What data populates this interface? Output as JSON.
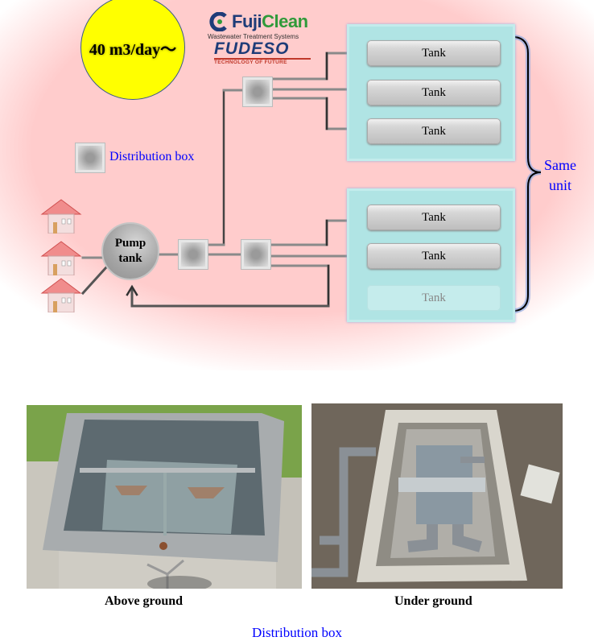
{
  "diagram": {
    "capacity_label": "40 m3/day～",
    "logo": {
      "brand": "FujiClean",
      "brand_part1": "Fuji",
      "brand_part2": "Clean",
      "tagline": "Wastewater Treatment Systems",
      "partner": "FUDESO",
      "partner_tagline": "TECHNOLOGY OF FUTURE"
    },
    "legend": {
      "icon": "distribution-box-icon",
      "label": "Distribution box"
    },
    "pump_tank": {
      "line1": "Pump",
      "line2": "tank"
    },
    "houses": [
      {
        "icon": "house-icon"
      },
      {
        "icon": "house-icon"
      },
      {
        "icon": "house-icon"
      }
    ],
    "unit_groups": [
      {
        "tanks": [
          {
            "label": "Tank",
            "faded": false
          },
          {
            "label": "Tank",
            "faded": false
          },
          {
            "label": "Tank",
            "faded": false
          }
        ]
      },
      {
        "tanks": [
          {
            "label": "Tank",
            "faded": false
          },
          {
            "label": "Tank",
            "faded": false
          },
          {
            "label": "Tank",
            "faded": true
          }
        ]
      }
    ],
    "brace_label": {
      "line1": "Same",
      "line2": "unit"
    },
    "colors": {
      "background": "#ffcccc",
      "unit_box": "#b0e4e4",
      "accent_text": "#0000ff",
      "capacity_circle": "#ffff00"
    }
  },
  "photos": [
    {
      "caption": "Above ground",
      "subject": "distribution-box-above-ground-photo"
    },
    {
      "caption": "Under ground",
      "subject": "distribution-box-under-ground-photo"
    }
  ],
  "footer": {
    "title": "Distribution box"
  }
}
